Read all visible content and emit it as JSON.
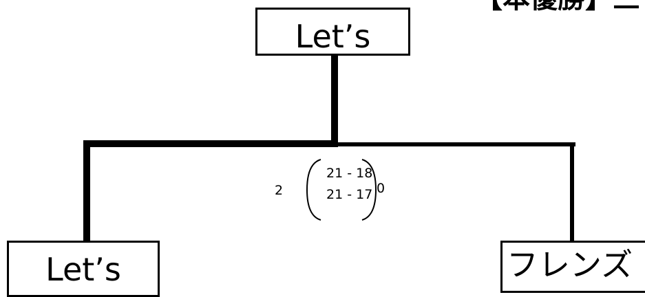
{
  "header": {
    "title": "【本優勝】三"
  },
  "bracket": {
    "winner": {
      "name": "Let’s"
    },
    "match": {
      "left_team": "Let’s",
      "right_team": "フレンズ",
      "left_sets": "2",
      "right_sets": "0",
      "set_scores": [
        "21 - 18",
        "21 - 17"
      ]
    }
  }
}
